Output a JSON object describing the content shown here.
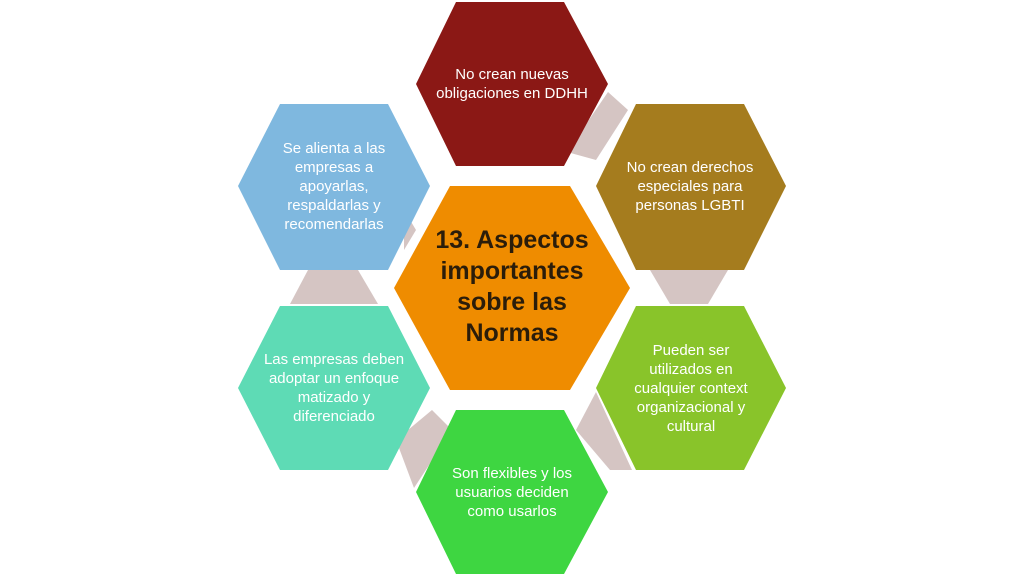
{
  "diagram": {
    "title": "13. Aspectos importantes sobre las Normas",
    "connector_color": "#d5c5c3",
    "nodes": [
      {
        "id": "top",
        "label": "No crean nuevas obligaciones en DDHH",
        "color": "#8b1815"
      },
      {
        "id": "upper-right",
        "label": "No crean derechos especiales para personas LGBTI",
        "color": "#a57c1e"
      },
      {
        "id": "lower-right",
        "label": "Pueden ser utilizados en cualquier context organizacional y cultural",
        "color": "#89c42a"
      },
      {
        "id": "bottom",
        "label": "Son flexibles y los usuarios deciden como usarlos",
        "color": "#3ed641"
      },
      {
        "id": "lower-left",
        "label": "Las empresas deben adoptar un enfoque matizado y diferenciado",
        "color": "#5edbb5"
      },
      {
        "id": "upper-left",
        "label": "Se alienta a las empresas a apoyarlas, respaldarlas y recomendarlas",
        "color": "#7fb8df"
      }
    ],
    "center_color": "#ef8c00"
  }
}
